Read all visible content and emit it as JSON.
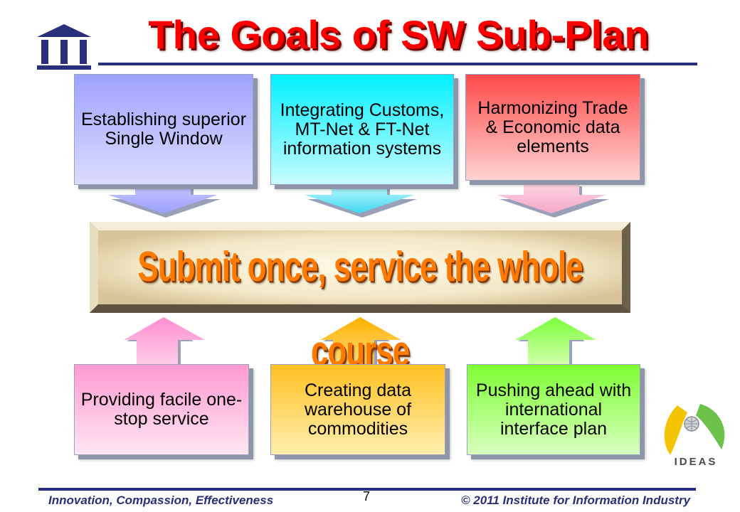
{
  "title": "The Goals of SW Sub-Plan",
  "top_boxes": [
    {
      "text": "Establishing superior Single Window"
    },
    {
      "text": "Integrating Customs, MT-Net & FT-Net information systems"
    },
    {
      "text": "Harmonizing Trade & Economic data elements"
    }
  ],
  "banner": {
    "text": "Submit once, service the whole course"
  },
  "bottom_boxes": [
    {
      "text": "Providing facile one-stop service"
    },
    {
      "text": "Creating data warehouse of commodities"
    },
    {
      "text": "Pushing ahead with international interface plan"
    }
  ],
  "logo": {
    "text": "IDEAS"
  },
  "footer": {
    "left": "Innovation, Compassion, Effectiveness",
    "page": "7",
    "right": "© 2011 Institute for Information Industry"
  },
  "colors": {
    "title": "#ff0000",
    "banner_text": "#ff7a00",
    "footer": "#2a2f7a"
  },
  "icons": [
    "institute-logo-icon",
    "ideas-logo-icon"
  ]
}
